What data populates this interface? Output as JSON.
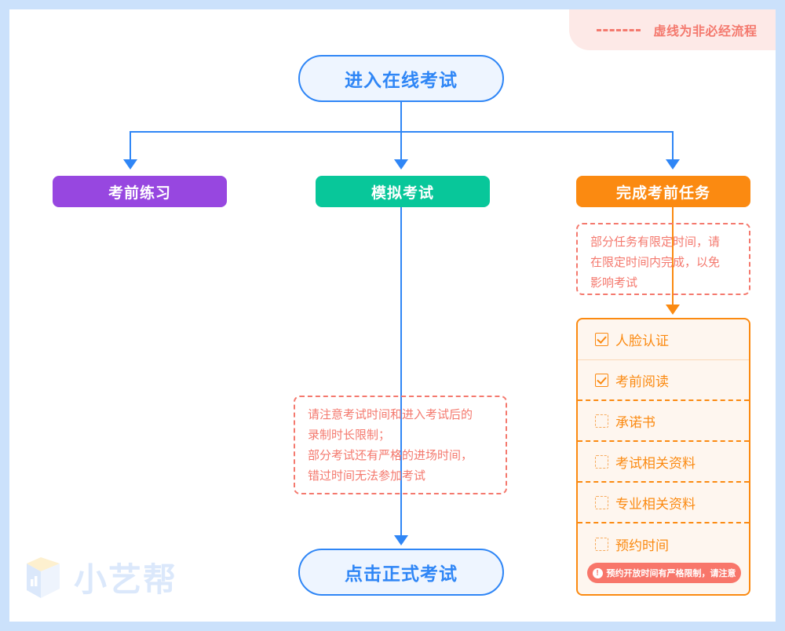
{
  "legend": {
    "icon": "dashed-line-icon",
    "text": "虚线为非必经流程"
  },
  "nodes": {
    "enter_exam": "进入在线考试",
    "formal_exam": "点击正式考试"
  },
  "branches": [
    {
      "label": "考前练习",
      "color": "#9747e0"
    },
    {
      "label": "模拟考试",
      "color": "#08c79a"
    },
    {
      "label": "完成考前任务",
      "color": "#fb8a11"
    }
  ],
  "notes": {
    "tasks_note": {
      "lines": [
        "部分任务有限定时间，请",
        "在限定时间内完成，以免",
        "影响考试"
      ]
    },
    "mock_note": {
      "lines": [
        "请注意考试时间和进入考试后的",
        "录制时长限制；",
        "部分考试还有严格的进场时间，",
        "错过时间无法参加考试"
      ]
    }
  },
  "task_panel": {
    "items": [
      {
        "label": "人脸认证",
        "checked": true,
        "separator": "solid"
      },
      {
        "label": "考前阅读",
        "checked": true,
        "separator": "dashed"
      },
      {
        "label": "承诺书",
        "checked": false,
        "separator": "dashed"
      },
      {
        "label": "考试相关资料",
        "checked": false,
        "separator": "dashed"
      },
      {
        "label": "专业相关资料",
        "checked": false,
        "separator": "dashed"
      },
      {
        "label": "预约时间",
        "checked": false,
        "separator": "none"
      }
    ],
    "badge": {
      "icon": "exclamation-icon",
      "icon_glyph": "!",
      "text": "预约开放时间有严格限制，请注意"
    }
  },
  "watermark": {
    "brand": "小艺帮",
    "icon": "box-logo-icon"
  },
  "colors": {
    "frame": "#cbe1fb",
    "blue": "#2f86f6",
    "blue_fill": "#eef5ff",
    "purple": "#9747e0",
    "green": "#08c79a",
    "orange": "#fb8a11",
    "orange_fill": "#fef6ef",
    "red": "#f4796e",
    "badge_red": "#f8766a",
    "legend_bg": "#fde9e7",
    "watermark": "#dbe8fb"
  }
}
